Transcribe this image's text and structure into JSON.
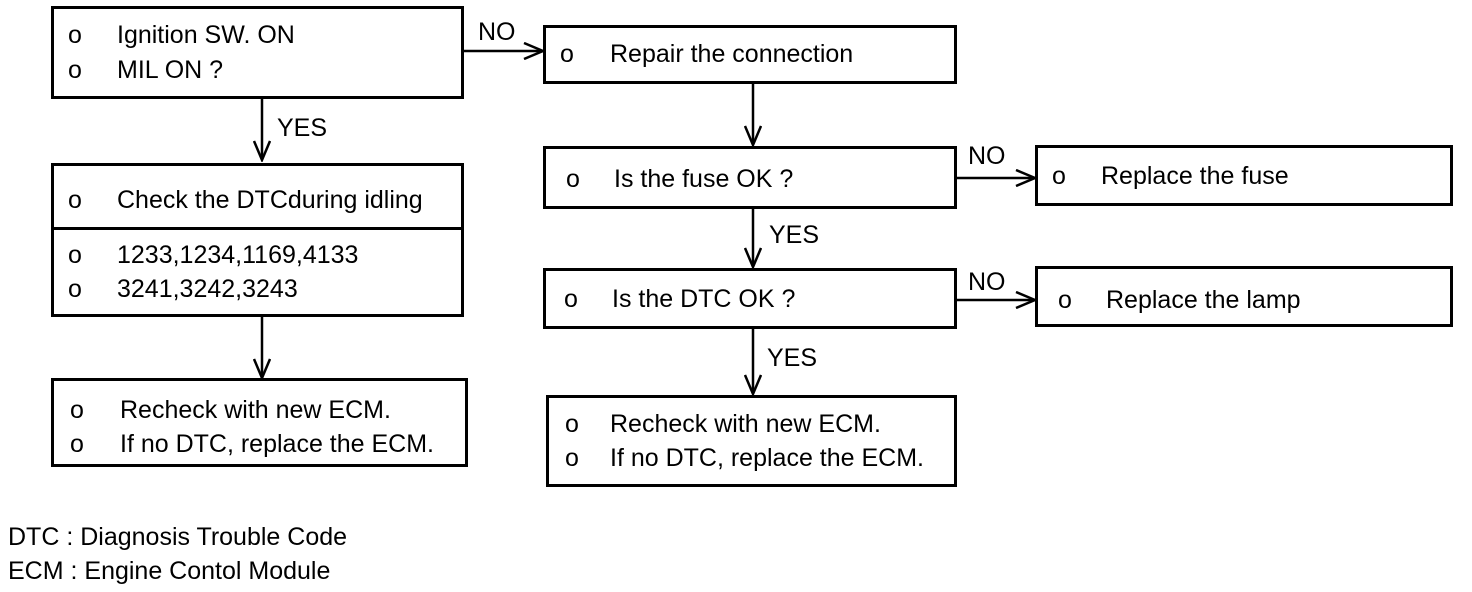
{
  "bullet": "o",
  "boxes": {
    "start": {
      "lines": [
        "Ignition SW. ON",
        "MIL  ON ?"
      ]
    },
    "check_dtc": {
      "header": "Check the DTCduring idling",
      "lines": [
        "1233,1234,1169,4133",
        "3241,3242,3243"
      ]
    },
    "recheck_left": {
      "lines": [
        "Recheck with new ECM.",
        "If no DTC, replace the ECM."
      ]
    },
    "repair": {
      "lines": [
        "Repair the connection"
      ]
    },
    "fuse_ok": {
      "lines": [
        "Is the fuse OK ?"
      ]
    },
    "replace_fuse": {
      "lines": [
        "Replace the fuse"
      ]
    },
    "dtc_ok": {
      "lines": [
        "Is the DTC OK ?"
      ]
    },
    "replace_lamp": {
      "lines": [
        "Replace the lamp"
      ]
    },
    "recheck_right": {
      "lines": [
        "Recheck with new ECM.",
        "If no DTC, replace the ECM."
      ]
    }
  },
  "edges": {
    "start_no": "NO",
    "start_yes": "YES",
    "fuse_no": "NO",
    "fuse_yes": "YES",
    "dtc_no": "NO",
    "dtc_yes": "YES"
  },
  "legend": {
    "dtc": "DTC : Diagnosis Trouble Code",
    "ecm": "ECM : Engine Contol Module"
  }
}
